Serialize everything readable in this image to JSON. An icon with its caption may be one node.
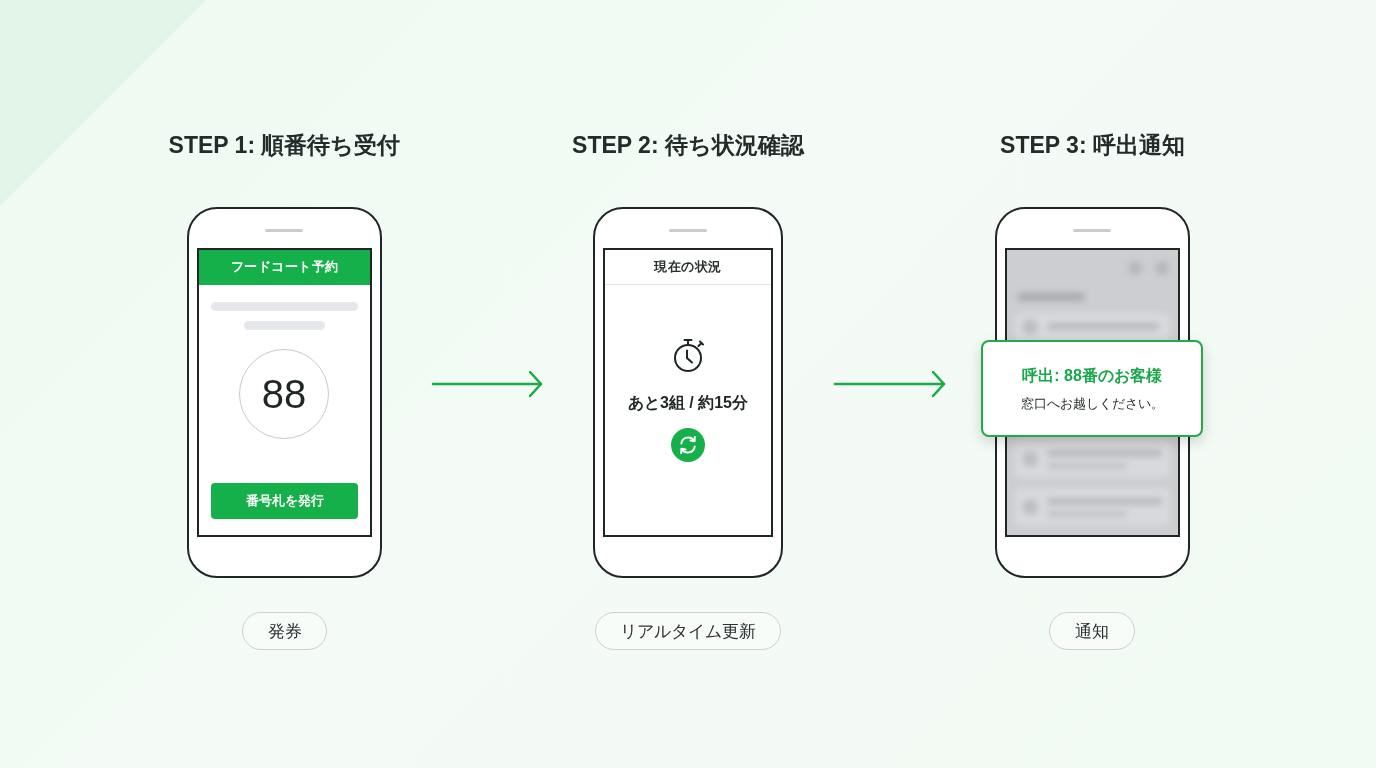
{
  "diagram": {
    "nodes": [
      {
        "text": [
          "STEP 1: 順番待ち受付"
        ]
      },
      {
        "text": [
          "フードコート予約"
        ],
        "in": 0
      },
      {
        "text": [
          "88"
        ],
        "in": 0
      },
      {
        "text": [
          "番号札を発行"
        ],
        "in": 0
      },
      {
        "text": [
          "発券"
        ]
      },
      {
        "text": [
          "STEP 2: 待ち状況確認",
          "あと3組 / 約15分"
        ]
      },
      {
        "text": [
          "現在の状況"
        ],
        "in": 5
      },
      {
        "text": [
          "リアルタイム更新"
        ]
      },
      {
        "text": [
          "STEP 3: 呼出通知"
        ]
      },
      {
        "text": [
          "呼出: 88番のお客様",
          "窓口へお越しください。"
        ]
      },
      {
        "text": [
          "通知"
        ]
      }
    ],
    "edges": [
      {
        "from": 0,
        "to": 5,
        "arrow": "to"
      },
      {
        "from": 5,
        "to": 9,
        "arrow": "to"
      }
    ]
  }
}
